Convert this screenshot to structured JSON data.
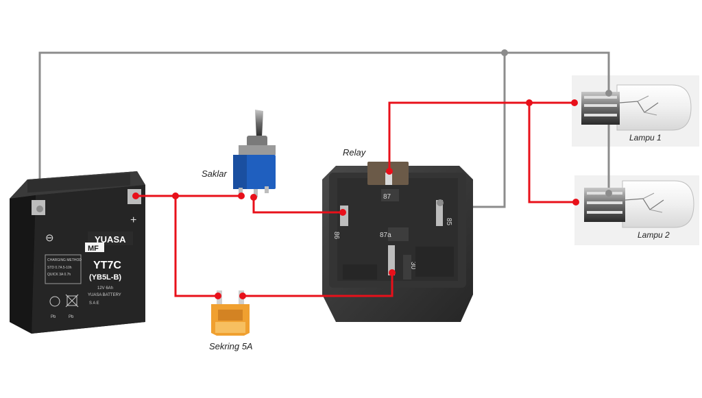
{
  "labels": {
    "relay": "Relay",
    "switch": "Saklar",
    "fuse": "Sekring 5A",
    "lamp1": "Lampu 1",
    "lamp2": "Lampu 2"
  },
  "battery": {
    "brand": "YUASA",
    "badge": "MF",
    "model": "YT7C",
    "model_alt": "(YB5L-B)",
    "rating": "12V 6Ah",
    "footer_brand": "YUASA BATTERY",
    "charging_label": "CHARGING METHOD",
    "std_line": "STD 0.7A 5-10h",
    "quick_line": "QUICK 3A 0.7h",
    "plus": "+",
    "minus": "⊖",
    "pb1": "Pb",
    "pb2": "Pb",
    "sae_label": "S A E"
  },
  "relay_pins": {
    "p87": "87",
    "p87a": "87a",
    "p85": "85",
    "p86": "86",
    "p30": "30"
  },
  "colors": {
    "positive_wire": "#e8101a",
    "ground_wire": "#8c8c8c",
    "battery_body": "#2b2b2b",
    "switch_body": "#1f5fbf",
    "fuse_body": "#f0a030",
    "relay_body": "#3a3a3a"
  }
}
